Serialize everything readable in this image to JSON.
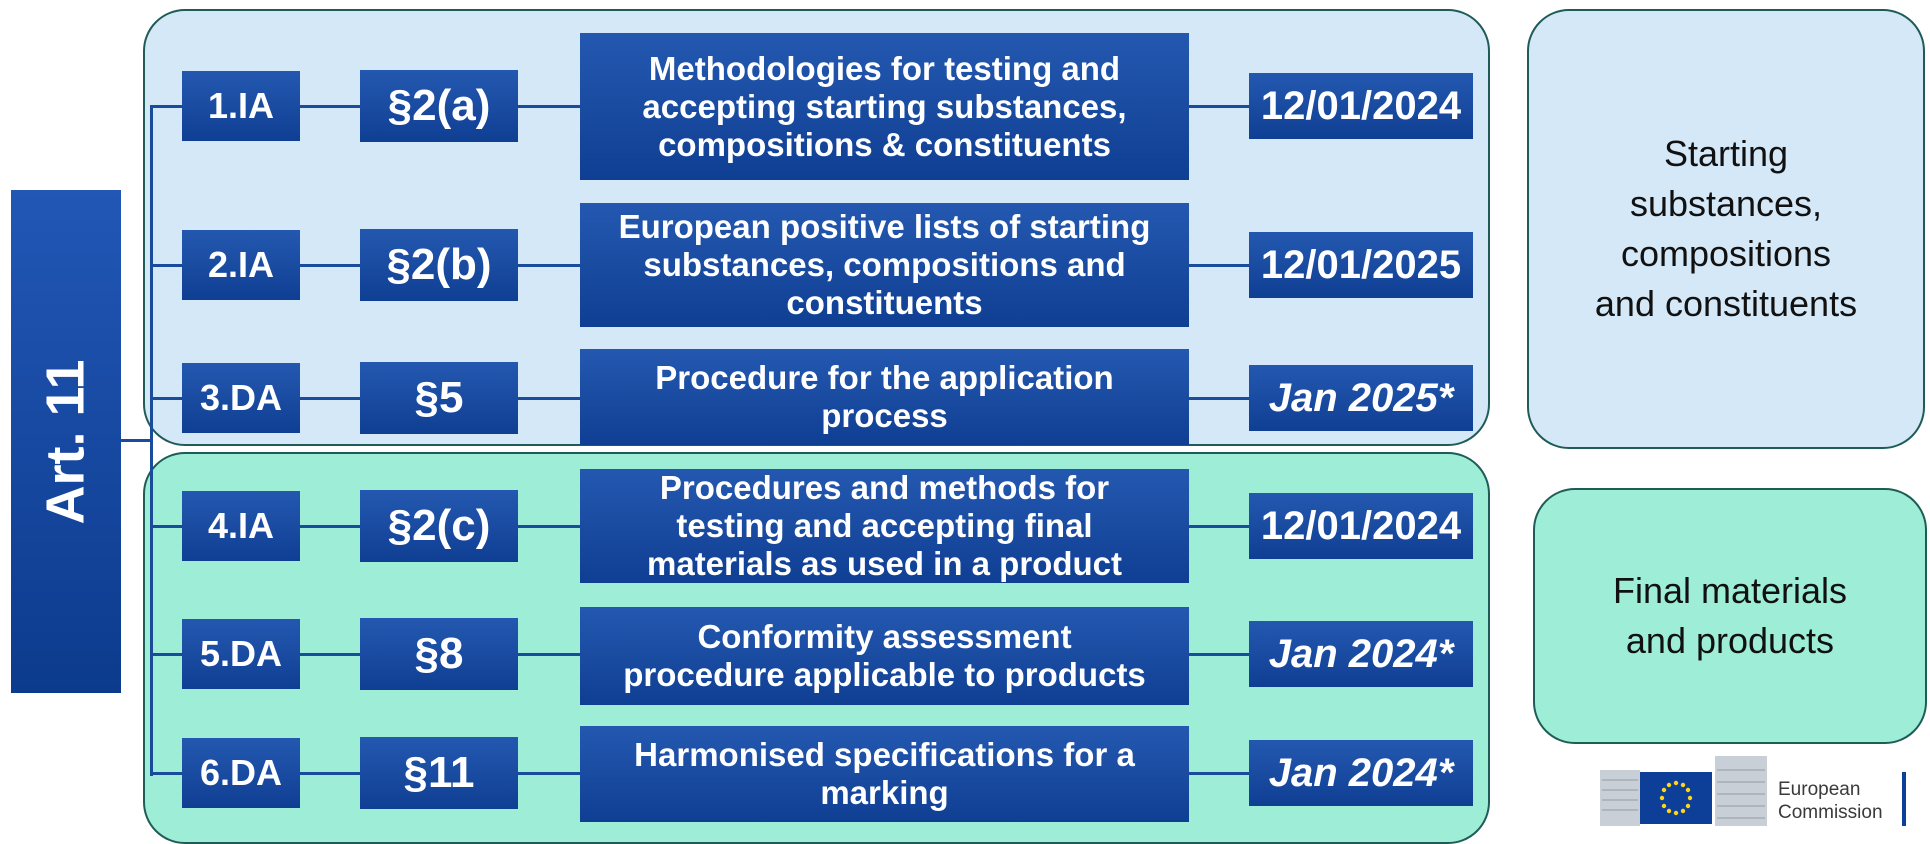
{
  "article_label": "Art. 11",
  "rows": [
    {
      "code": "1.IA",
      "paragraph": "§2(a)",
      "title_lines": [
        "Methodologies for testing and",
        "accepting starting substances,",
        "compositions & constituents"
      ],
      "date": "12/01/2024"
    },
    {
      "code": "2.IA",
      "paragraph": "§2(b)",
      "title_lines": [
        "European positive lists of starting",
        "substances, compositions and",
        "constituents"
      ],
      "date": "12/01/2025"
    },
    {
      "code": "3.DA",
      "paragraph": "§5",
      "title_lines": [
        "Procedure for the application",
        "process"
      ],
      "date": "Jan 2025*"
    },
    {
      "code": "4.IA",
      "paragraph": "§2(c)",
      "title_lines": [
        "Procedures and methods for",
        "testing and accepting final",
        "materials as used in a product"
      ],
      "date": "12/01/2024"
    },
    {
      "code": "5.DA",
      "paragraph": "§8",
      "title_lines": [
        "Conformity assessment",
        "procedure applicable to products"
      ],
      "date": "Jan 2024*"
    },
    {
      "code": "6.DA",
      "paragraph": "§11",
      "title_lines": [
        "Harmonised specifications for a",
        "marking"
      ],
      "date": "Jan 2024*"
    }
  ],
  "groups": [
    {
      "label_lines": [
        "Starting",
        "substances,",
        "compositions",
        "and constituents"
      ],
      "color": "#d5e8f7"
    },
    {
      "label_lines": [
        "Final materials",
        "and products"
      ],
      "color": "#9eeed7"
    }
  ],
  "logo": {
    "line1": "European",
    "line2": "Commission"
  },
  "colors": {
    "box": "#1a4c9c",
    "border": "#1f5c57"
  }
}
